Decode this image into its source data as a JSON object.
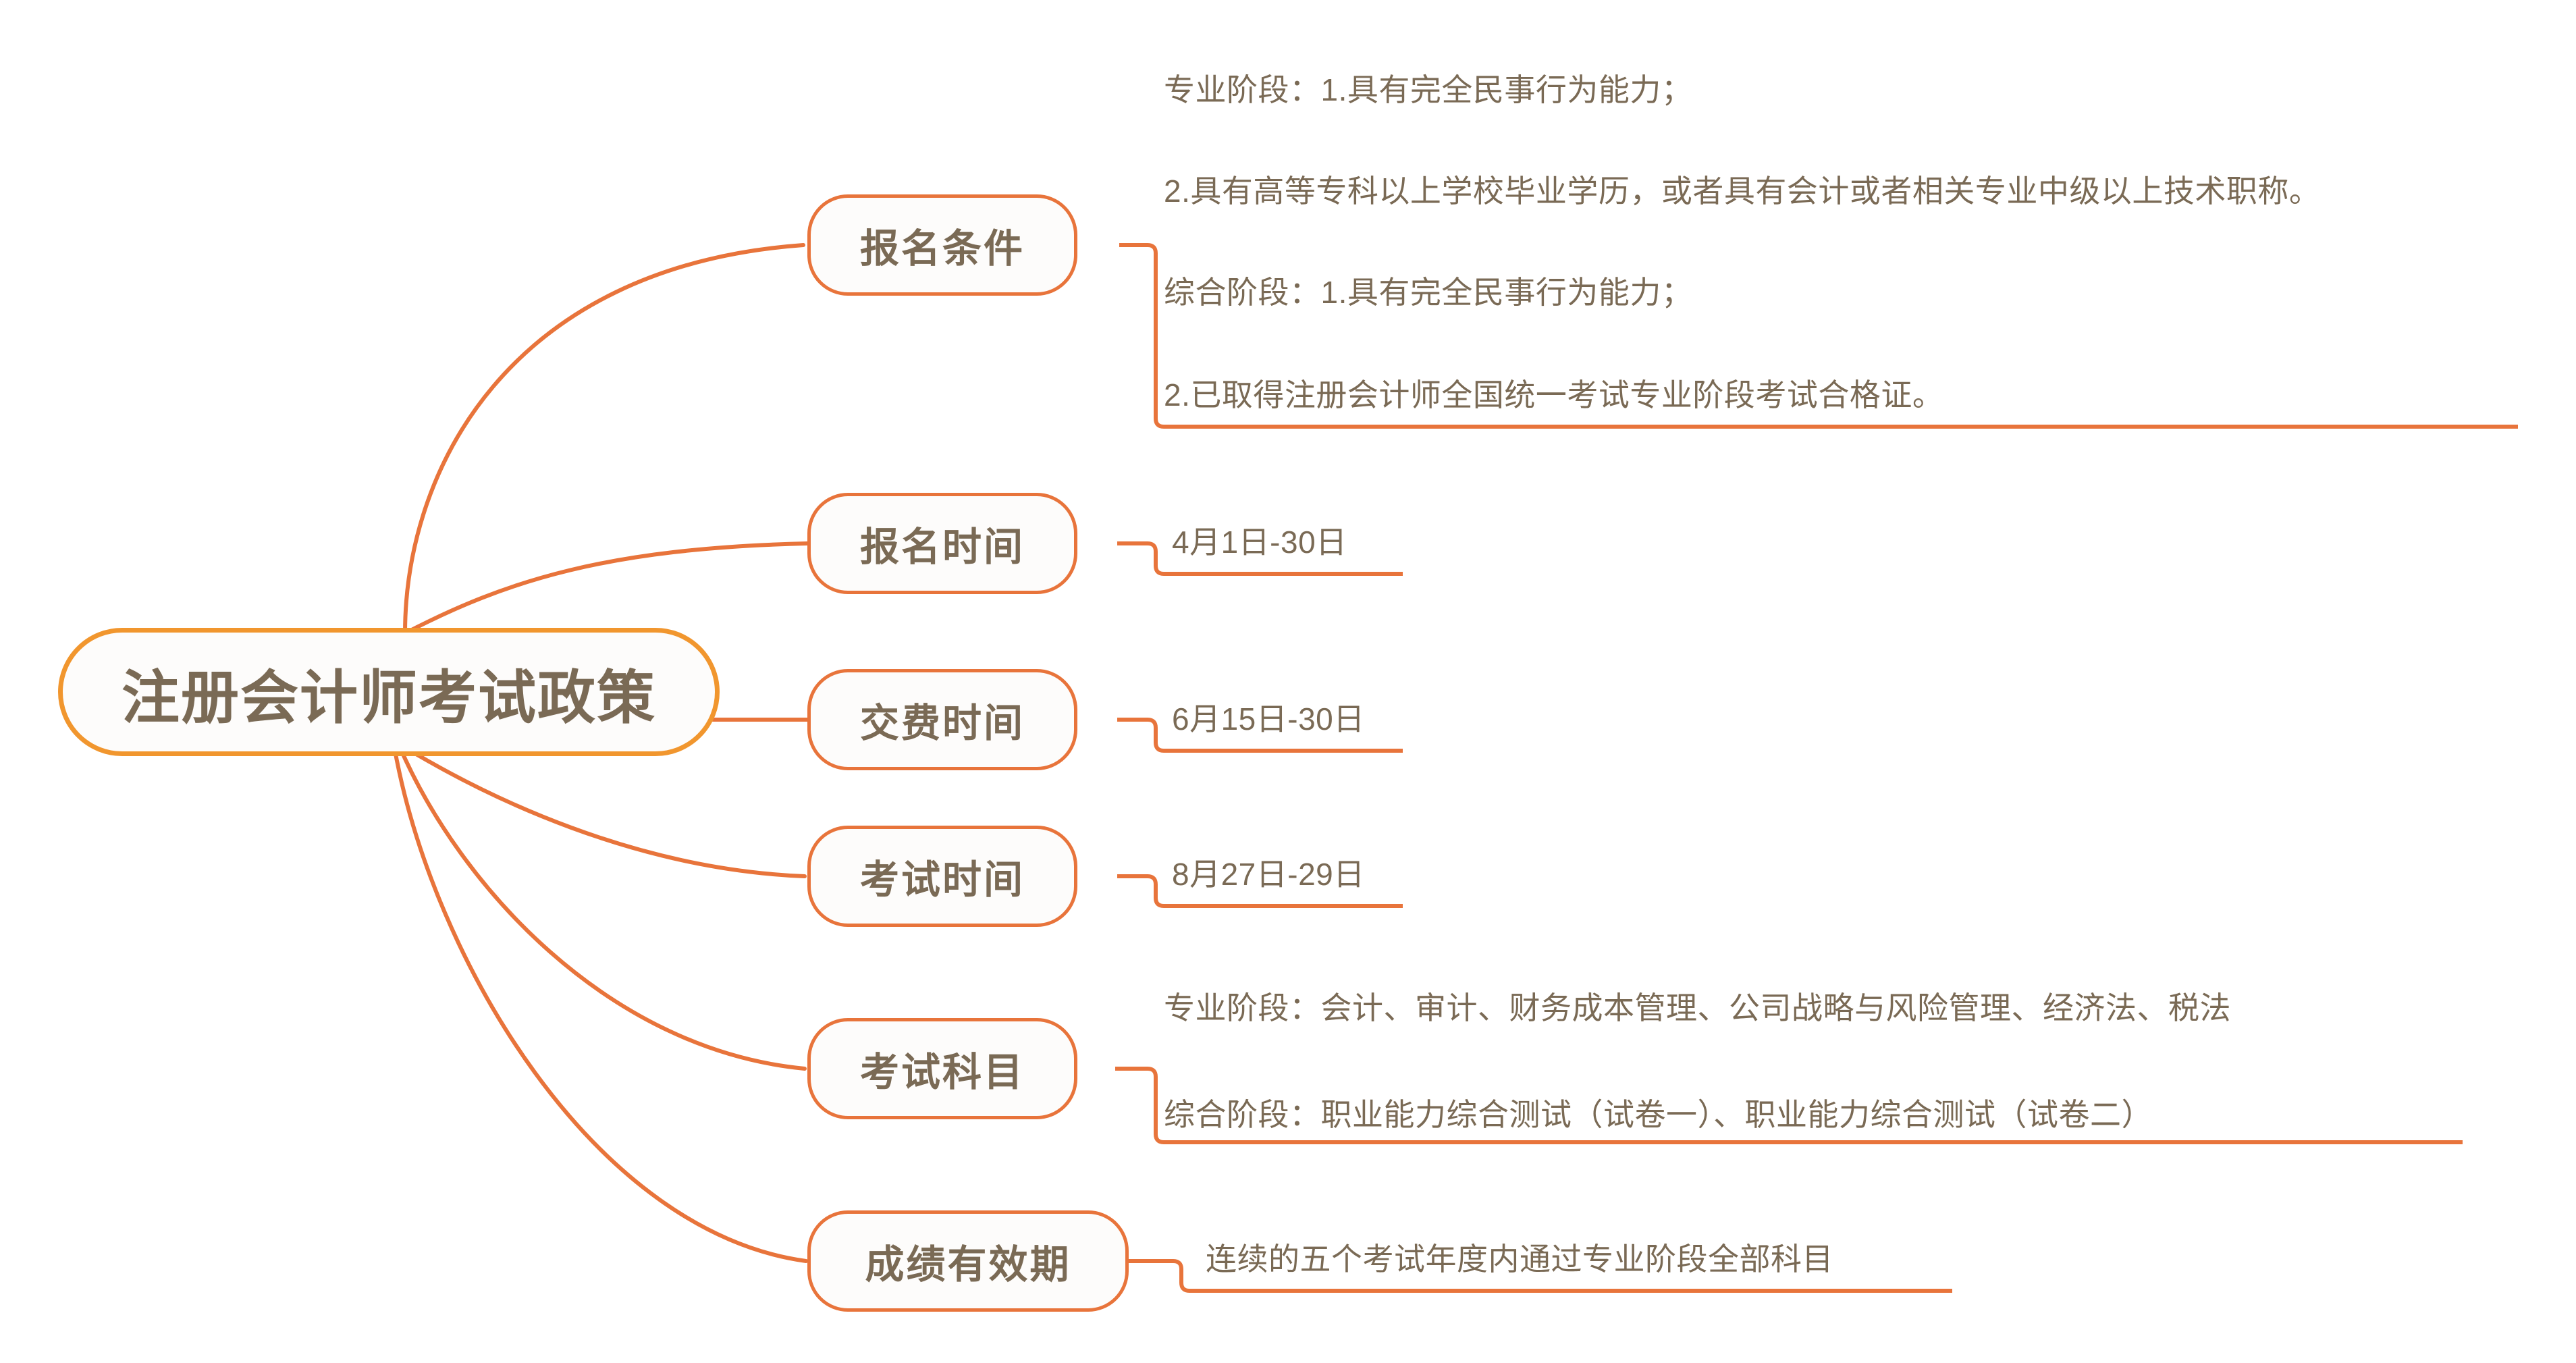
{
  "diagram": {
    "type": "mind-map",
    "title": "注册会计师考试政策",
    "colors": {
      "root_border": "#F1962E",
      "branch_border": "#E8743B",
      "connector": "#E8743B",
      "text": "#7A6A55",
      "background": "#FFFFFF"
    }
  },
  "root": {
    "label": "注册会计师考试政策"
  },
  "branches": [
    {
      "label": "报名条件",
      "leaves": [
        "专业阶段：1.具有完全民事行为能力；",
        "2.具有高等专科以上学校毕业学历，或者具有会计或者相关专业中级以上技术职称。",
        "综合阶段：1.具有完全民事行为能力；",
        "2.已取得注册会计师全国统一考试专业阶段考试合格证。"
      ]
    },
    {
      "label": "报名时间",
      "leaves": [
        "4月1日-30日"
      ]
    },
    {
      "label": "交费时间",
      "leaves": [
        "6月15日-30日"
      ]
    },
    {
      "label": "考试时间",
      "leaves": [
        "8月27日-29日"
      ]
    },
    {
      "label": "考试科目",
      "leaves": [
        "专业阶段：会计、审计、财务成本管理、公司战略与风险管理、经济法、税法",
        "综合阶段：职业能力综合测试（试卷一）、职业能力综合测试（试卷二）"
      ]
    },
    {
      "label": "成绩有效期",
      "leaves": [
        "连续的五个考试年度内通过专业阶段全部科目"
      ]
    }
  ]
}
